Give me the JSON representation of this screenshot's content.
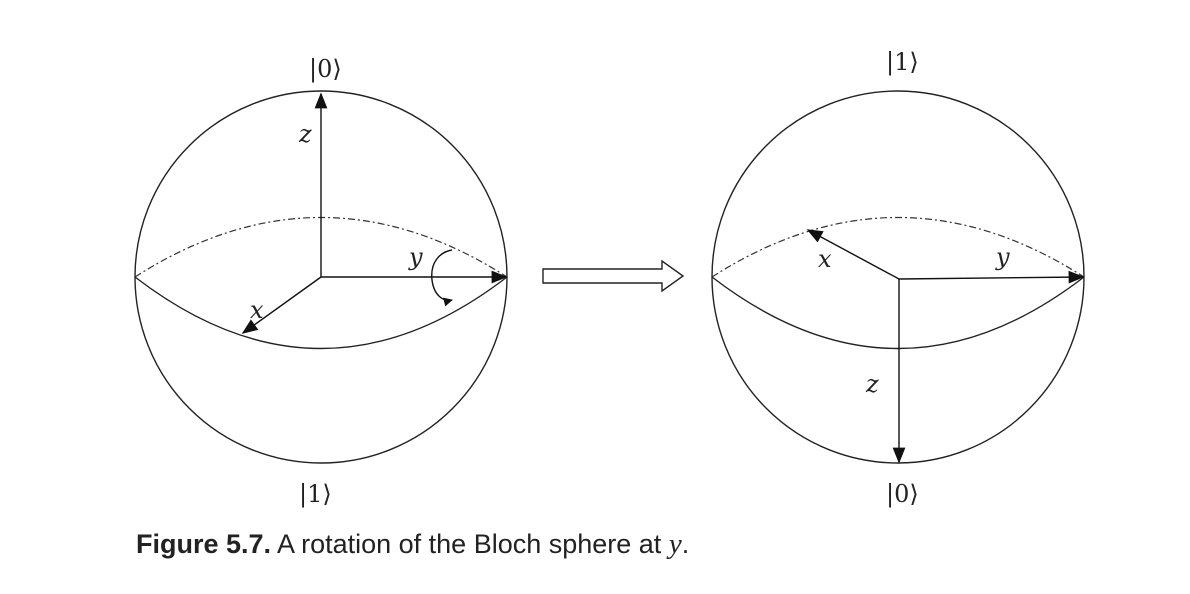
{
  "left_sphere": {
    "top_ket": "|0⟩",
    "bottom_ket": "|1⟩",
    "z_label": "z",
    "x_label": "x",
    "y_label": "y"
  },
  "right_sphere": {
    "top_ket": "|1⟩",
    "bottom_ket": "|0⟩",
    "z_label": "z",
    "x_label": "x",
    "y_label": "y"
  },
  "caption": {
    "figure_number": "Figure 5.7.",
    "text": " A rotation of the Bloch sphere at ",
    "variable": "y",
    "end": "."
  }
}
